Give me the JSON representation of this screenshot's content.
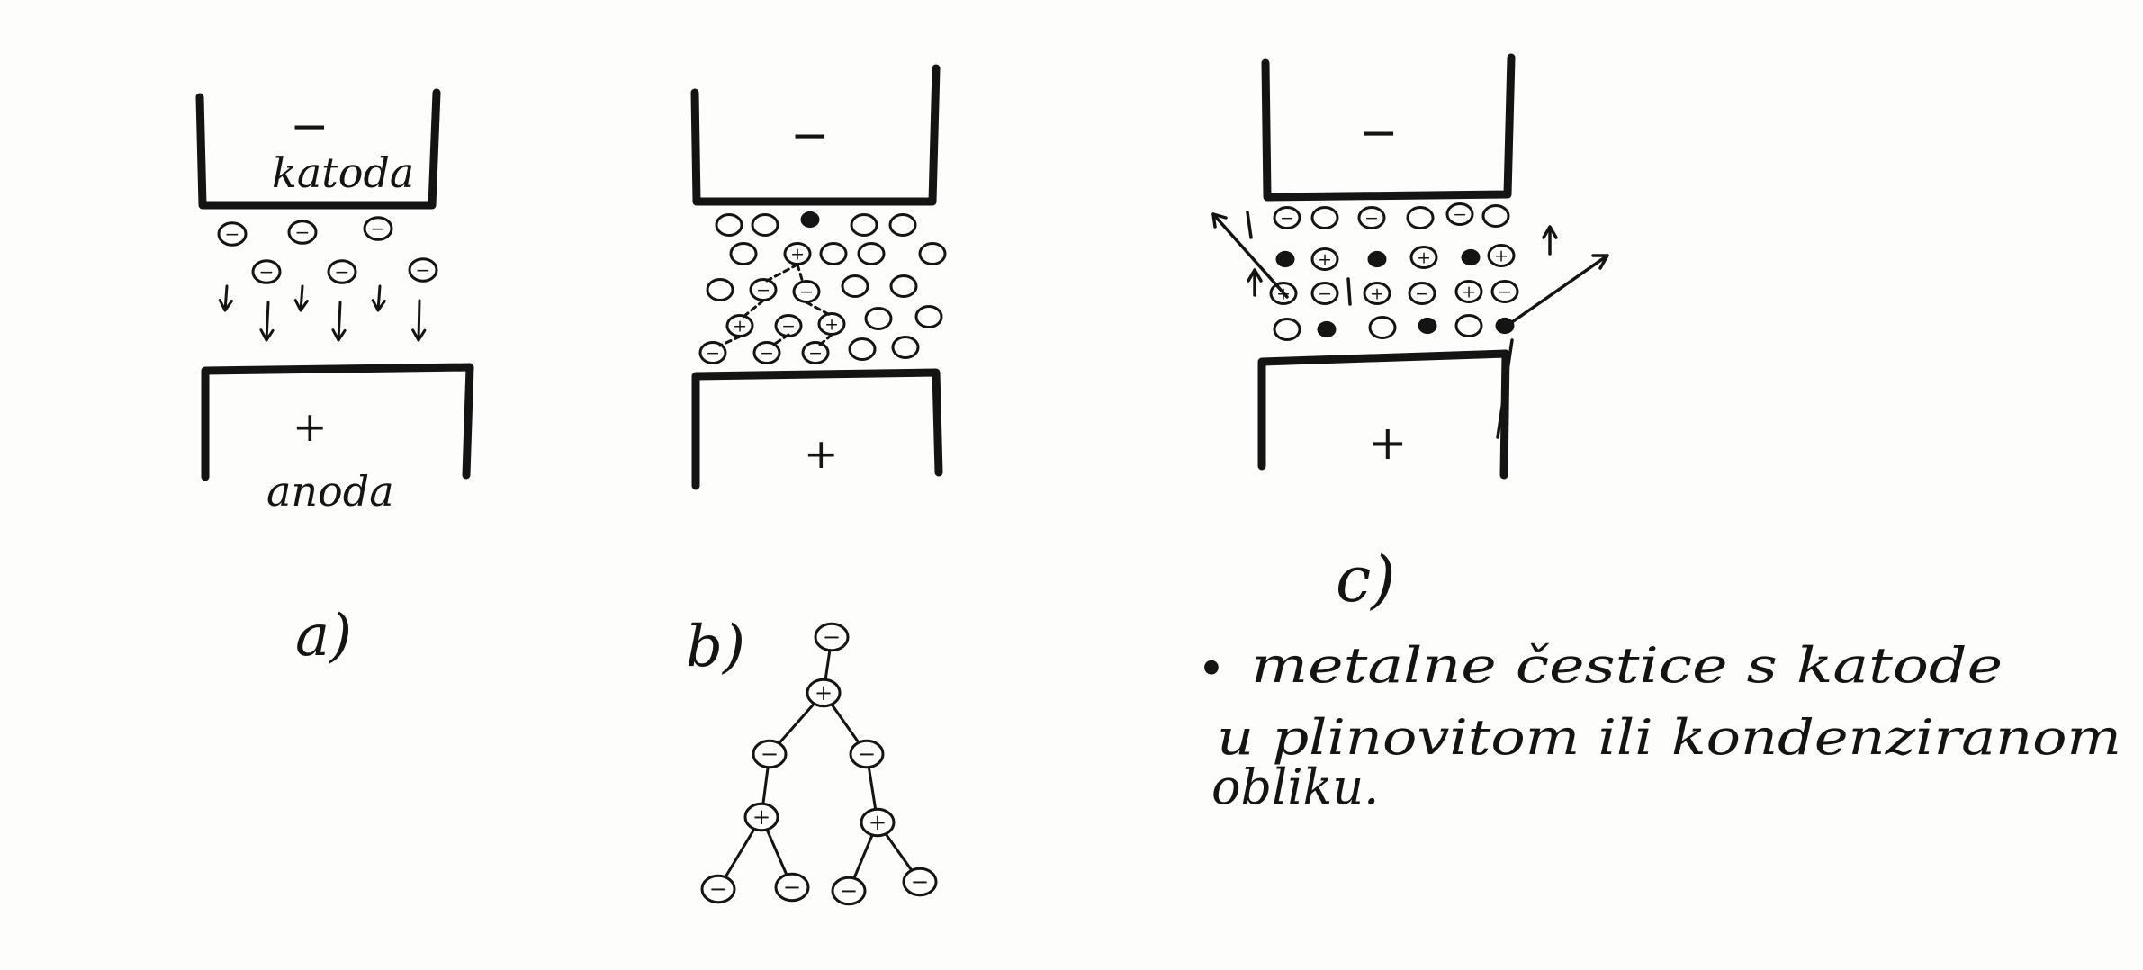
{
  "panels": {
    "a": {
      "caption": "a)",
      "cathode_sign": "−",
      "cathode_label": "katoda",
      "anode_sign": "+",
      "anode_label": "anoda"
    },
    "b": {
      "caption": "b)",
      "cathode_sign": "−",
      "anode_sign": "+"
    },
    "c": {
      "caption": "c)",
      "cathode_sign": "−",
      "anode_sign": "+"
    }
  },
  "note": {
    "bullet": "•",
    "line1": "metalne čestice s katode",
    "line2": "u plinovitom ili kondenziranom",
    "line3": "obliku."
  },
  "symbols": {
    "electron": "−",
    "ion": "+"
  },
  "colors": {
    "ink": "#141414",
    "paper": "#fdfdfb"
  }
}
